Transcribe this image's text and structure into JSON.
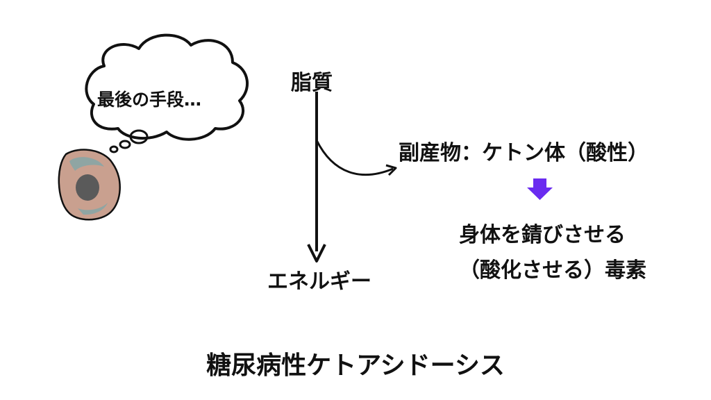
{
  "thought_bubble": {
    "text": "最後の手段…"
  },
  "diagram": {
    "source": "脂質",
    "output": "エネルギー",
    "byproduct": "副産物：ケトン体（酸性）",
    "effect_line1": "身体を錆びさせる",
    "effect_line2": "（酸化させる）毒素"
  },
  "title": "糖尿病性ケトアシドーシス",
  "colors": {
    "cell_body": "#c9a08f",
    "cell_patch": "#8fa5a3",
    "cell_nucleus": "#5a5a5a",
    "down_arrow": "#6a2bf0",
    "line": "#111111"
  }
}
